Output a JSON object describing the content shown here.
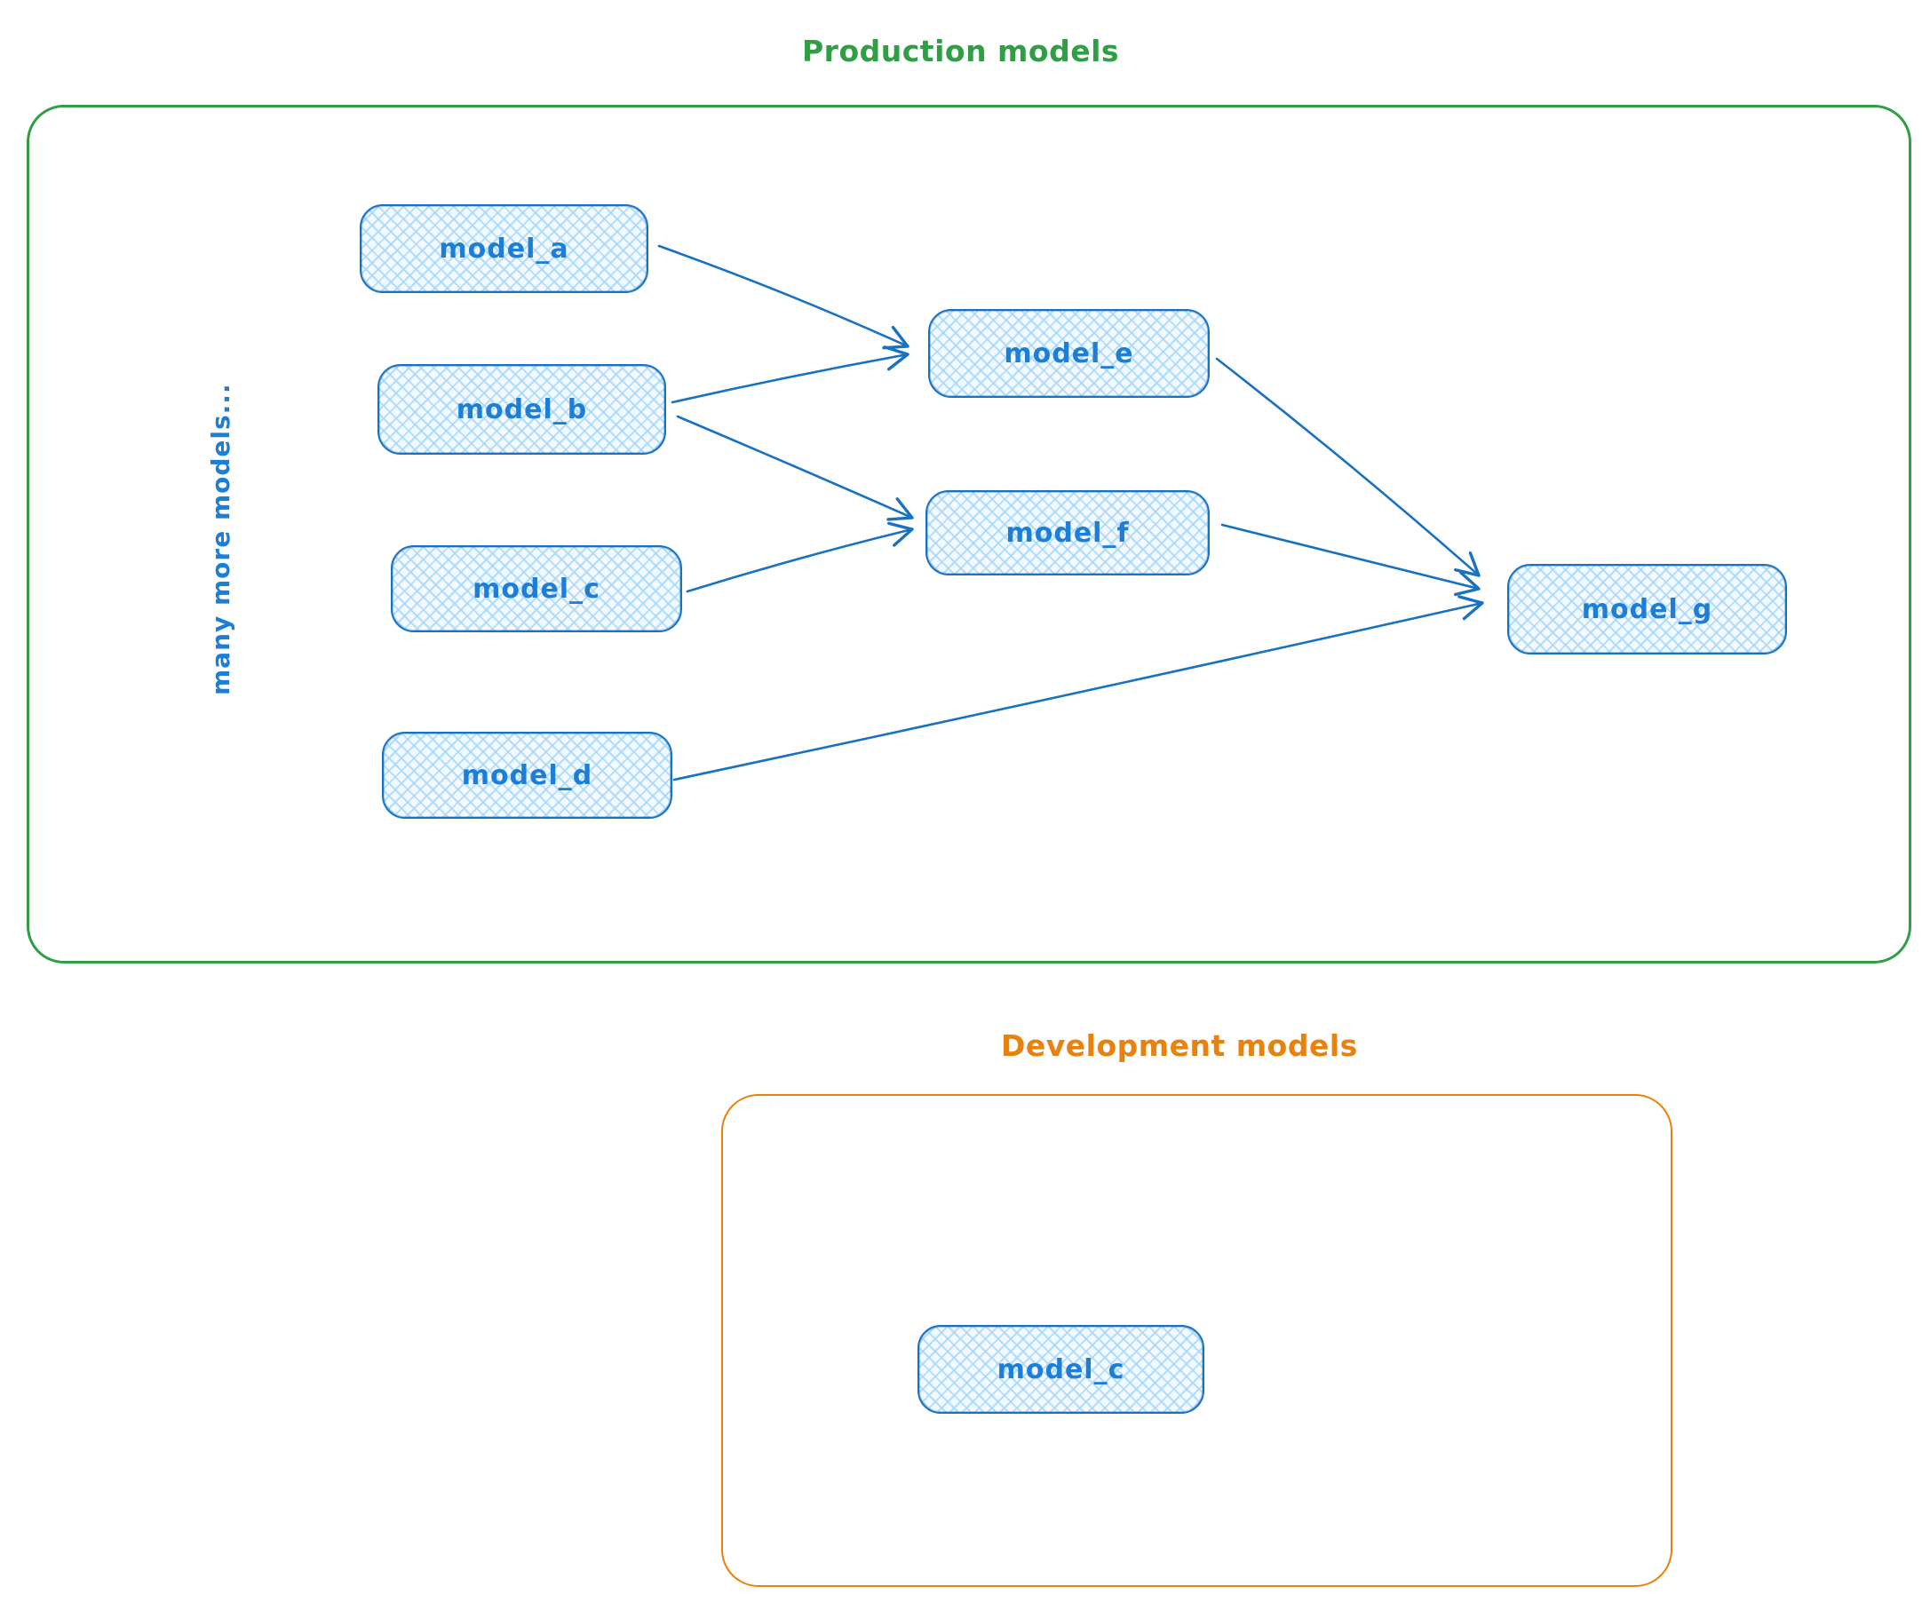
{
  "production": {
    "title": "Production models",
    "side_note": "many more models...",
    "nodes": [
      {
        "id": "model_a",
        "label": "model_a"
      },
      {
        "id": "model_b",
        "label": "model_b"
      },
      {
        "id": "model_c",
        "label": "model_c"
      },
      {
        "id": "model_d",
        "label": "model_d"
      },
      {
        "id": "model_e",
        "label": "model_e"
      },
      {
        "id": "model_f",
        "label": "model_f"
      },
      {
        "id": "model_g",
        "label": "model_g"
      }
    ],
    "edges": [
      {
        "from": "model_a",
        "to": "model_e"
      },
      {
        "from": "model_b",
        "to": "model_e"
      },
      {
        "from": "model_b",
        "to": "model_f"
      },
      {
        "from": "model_c",
        "to": "model_f"
      },
      {
        "from": "model_e",
        "to": "model_g"
      },
      {
        "from": "model_f",
        "to": "model_g"
      },
      {
        "from": "model_d",
        "to": "model_g"
      }
    ]
  },
  "development": {
    "title": "Development models",
    "nodes": [
      {
        "id": "model_c_dev",
        "label": "model_c"
      }
    ]
  },
  "colors": {
    "production_accent": "#2f9e44",
    "development_accent": "#e8820c",
    "node_border": "#1971c2",
    "node_text": "#1c7ed6",
    "node_fill_hatch": "#a5d8ff"
  }
}
